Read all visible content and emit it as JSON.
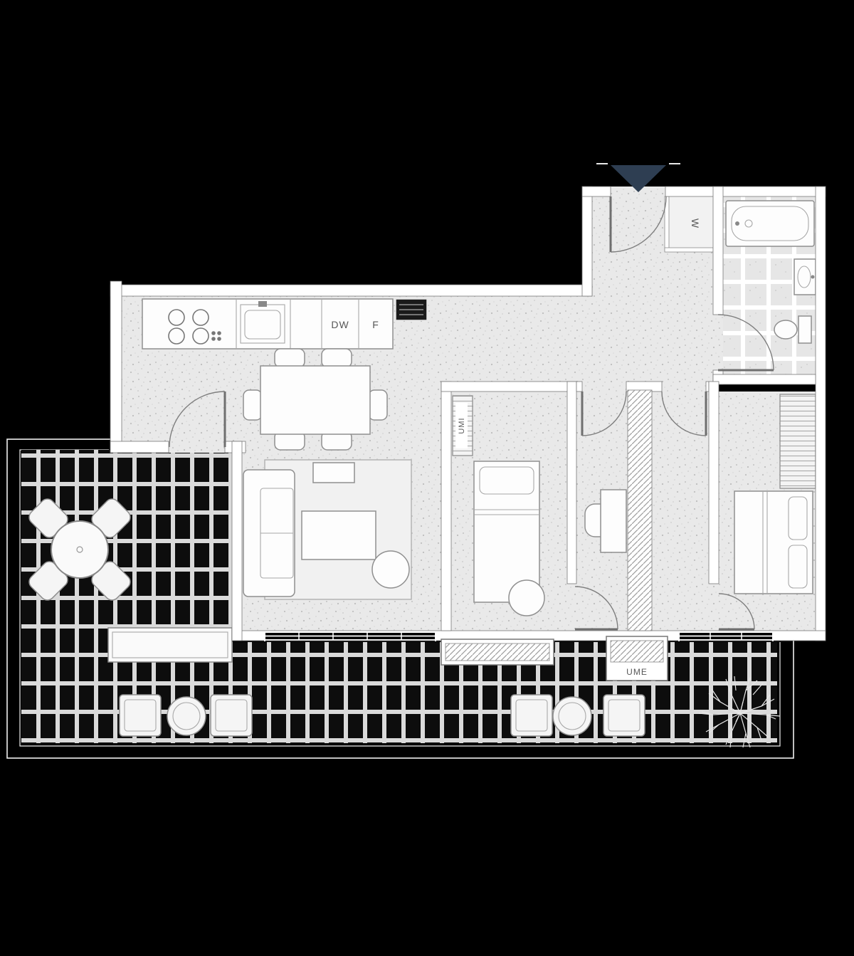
{
  "labels": {
    "washer": "W",
    "dishwasher": "DW",
    "fridge": "F",
    "wardrobe": "UMI",
    "outdoor_unit": "UME"
  },
  "colors": {
    "background": "#000000",
    "entrance_arrow": "#2e3e52",
    "wall": "#ffffff",
    "interior_floor": "#e9e9e9",
    "deck_cell": "#0d0d0d",
    "line": "#8a8a8a"
  }
}
